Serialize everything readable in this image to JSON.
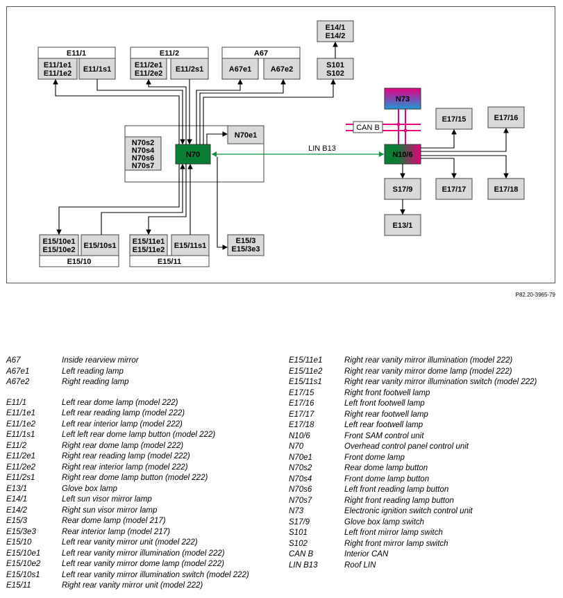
{
  "figure_ref": "P82.20-3965-79",
  "diagram": {
    "groups": {
      "e11_1": "E11/1",
      "e11_2": "E11/2",
      "a67": "A67",
      "e15_10": "E15/10",
      "e15_11": "E15/11"
    },
    "boxes": {
      "e11_1e": [
        "E11/1e1",
        "E11/1e2"
      ],
      "e11_1s1": "E11/1s1",
      "e11_2e": [
        "E11/2e1",
        "E11/2e2"
      ],
      "e11_2s1": "E11/2s1",
      "a67e1": "A67e1",
      "a67e2": "A67e2",
      "e14": [
        "E14/1",
        "E14/2"
      ],
      "s10x": [
        "S101",
        "S102"
      ],
      "n70s": [
        "N70s2",
        "N70s4",
        "N70s6",
        "N70s7"
      ],
      "n70": "N70",
      "n70e1": "N70e1",
      "e15_10e": [
        "E15/10e1",
        "E15/10e2"
      ],
      "e15_10s1": "E15/10s1",
      "e15_11e": [
        "E15/11e1",
        "E15/11e2"
      ],
      "e15_11s1": "E15/11s1",
      "e15_3": [
        "E15/3",
        "E15/3e3"
      ],
      "n73": "N73",
      "can_b": "CAN B",
      "lin_b13": "LIN B13",
      "n10_6": "N10/6",
      "e17_15": "E17/15",
      "e17_16": "E17/16",
      "e17_17": "E17/17",
      "e17_18": "E17/18",
      "s17_9": "S17/9",
      "e13_1": "E13/1"
    },
    "colors": {
      "n70": "#0a7d35",
      "lin": "#0a8f3a",
      "can": "#e6007e",
      "n73_top": "#e6007e",
      "n73_bottom": "#1e9ad6"
    }
  },
  "legend_left": [
    [
      "A67",
      "Inside rearview mirror"
    ],
    [
      "A67e1",
      "Left reading lamp"
    ],
    [
      "A67e2",
      "Right reading lamp"
    ],
    [
      "",
      ""
    ],
    [
      "E11/1",
      "Left rear dome lamp (model 222)"
    ],
    [
      "E11/1e1",
      "Left rear reading lamp (model 222)"
    ],
    [
      "E11/1e2",
      "Left rear interior lamp (model 222)"
    ],
    [
      "E11/1s1",
      "Left left rear dome lamp button (model 222)"
    ],
    [
      "E11/2",
      "Right rear dome lamp (model 222)"
    ],
    [
      "E11/2e1",
      "Right rear reading lamp (model 222)"
    ],
    [
      "E11/2e2",
      "Right rear interior lamp (model 222)"
    ],
    [
      "E11/2s1",
      "Right rear dome lamp button (model 222)"
    ],
    [
      "E13/1",
      "Glove box lamp"
    ],
    [
      "E14/1",
      "Left sun visor mirror lamp"
    ],
    [
      "E14/2",
      "Right sun visor mirror lamp"
    ],
    [
      "E15/3",
      "Rear dome lamp (model 217)"
    ],
    [
      "E15/3e3",
      "Rear interior lamp (model 217)"
    ],
    [
      "E15/10",
      "Left rear vanity mirror unit (model 222)"
    ],
    [
      "E15/10e1",
      "Left rear vanity mirror illumination (model 222)"
    ],
    [
      "E15/10e2",
      "Left rear vanity mirror dome lamp (model 222)"
    ],
    [
      "E15/10s1",
      "Left rear vanity mirror illumination switch (model 222)"
    ],
    [
      "E15/11",
      "Right rear vanity mirror unit (model 222)"
    ]
  ],
  "legend_right": [
    [
      "E15/11e1",
      "Right rear vanity mirror illumination (model 222)"
    ],
    [
      "E15/11e2",
      "Right rear vanity mirror dome lamp (model 222)"
    ],
    [
      "E15/11s1",
      "Right rear vanity mirror illumination switch (model 222)"
    ],
    [
      "E17/15",
      "Right front footwell lamp"
    ],
    [
      "E17/16",
      "Left front footwell lamp"
    ],
    [
      "E17/17",
      "Right rear footwell lamp"
    ],
    [
      "E17/18",
      "Left rear footwell lamp"
    ],
    [
      "N10/6",
      "Front SAM control unit"
    ],
    [
      "N70",
      "Overhead control panel control unit"
    ],
    [
      "N70e1",
      "Front dome lamp"
    ],
    [
      "N70s2",
      "Rear dome lamp button"
    ],
    [
      "N70s4",
      "Front dome lamp button"
    ],
    [
      "N70s6",
      "Left front reading lamp button"
    ],
    [
      "N70s7",
      "Right front reading lamp button"
    ],
    [
      "N73",
      "Electronic ignition switch control unit"
    ],
    [
      "S17/9",
      "Glove box lamp switch"
    ],
    [
      "S101",
      "Left front mirror lamp switch"
    ],
    [
      "S102",
      "Right front mirror lamp switch"
    ],
    [
      "CAN B",
      "Interior CAN"
    ],
    [
      "LIN B13",
      "Roof LIN"
    ]
  ]
}
